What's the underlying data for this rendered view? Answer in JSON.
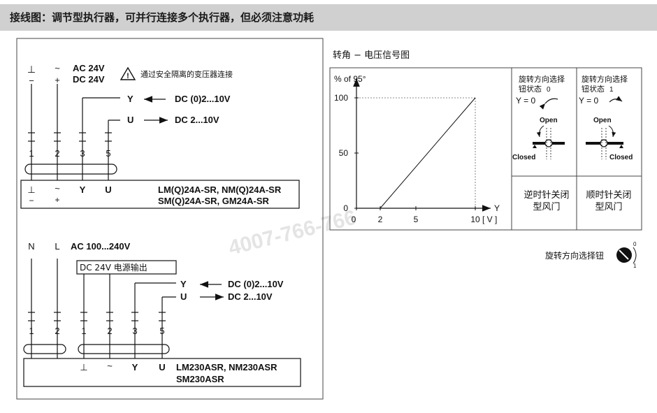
{
  "header": {
    "title": "接线图：调节型执行器，可并行连接多个执行器，但必须注意功耗"
  },
  "diagram1": {
    "sym_ground": "⊥",
    "sym_minus": "−",
    "sym_tilde": "~",
    "sym_plus": "+",
    "ac": "AC 24V",
    "dc": "DC 24V",
    "warning_icon": "warning-triangle-icon",
    "warning_text": "通过安全隔离的变压器连接",
    "y_label": "Y",
    "y_signal": "DC (0)2...10V",
    "u_label": "U",
    "u_signal": "DC 2...10V",
    "wire_numbers": [
      "1",
      "2",
      "3",
      "5"
    ],
    "box_terminals": [
      "⊥",
      "~",
      "Y",
      "U"
    ],
    "box_sub": [
      "−",
      "+"
    ],
    "models_line1": "LM(Q)24A-SR, NM(Q)24A-SR",
    "models_line2": "SM(Q)24A-SR, GM24A-SR"
  },
  "diagram2": {
    "n_label": "N",
    "l_label": "L",
    "ac": "AC 100...240V",
    "dc_output": "DC 24V 电源输出",
    "y_label": "Y",
    "y_signal": "DC (0)2...10V",
    "u_label": "U",
    "u_signal": "DC 2...10V",
    "wire_numbers": [
      "1",
      "2",
      "1",
      "2",
      "3",
      "5"
    ],
    "box_terminals": [
      "⊥",
      "~",
      "Y",
      "U"
    ],
    "models_line1": "LM230ASR, NM230ASR",
    "models_line2": "SM230ASR"
  },
  "chart_title": "转角 − 电压信号图",
  "chart_data": {
    "type": "line",
    "ylabel": "% of 95°",
    "xlabel": "Y",
    "x_unit": "[ V ]",
    "x_ticks": [
      0,
      2,
      5,
      10
    ],
    "y_ticks": [
      0,
      50,
      100
    ],
    "xlim": [
      0,
      10
    ],
    "ylim": [
      0,
      100
    ],
    "series": [
      {
        "x": [
          0,
          2,
          10
        ],
        "y": [
          0,
          0,
          100
        ]
      }
    ],
    "reference_lines": {
      "x": 10,
      "y": 100
    }
  },
  "rotation_panels": [
    {
      "title1": "旋转方向选择",
      "title2": "钮状态",
      "state": "0",
      "eq": "Y = 0",
      "open": "Open",
      "closed": "Closed",
      "desc1": "逆时针关闭",
      "desc2": "型风门"
    },
    {
      "title1": "旋转方向选择",
      "title2": "钮状态",
      "state": "1",
      "eq": "Y = 0",
      "open": "Open",
      "closed": "Closed",
      "desc1": "顺时针关闭",
      "desc2": "型风门"
    }
  ],
  "selector": {
    "label": "旋转方向选择钮",
    "state0": "0",
    "state1": "1",
    "icon": "selector-knob-icon"
  },
  "watermark": "4007-766-766"
}
